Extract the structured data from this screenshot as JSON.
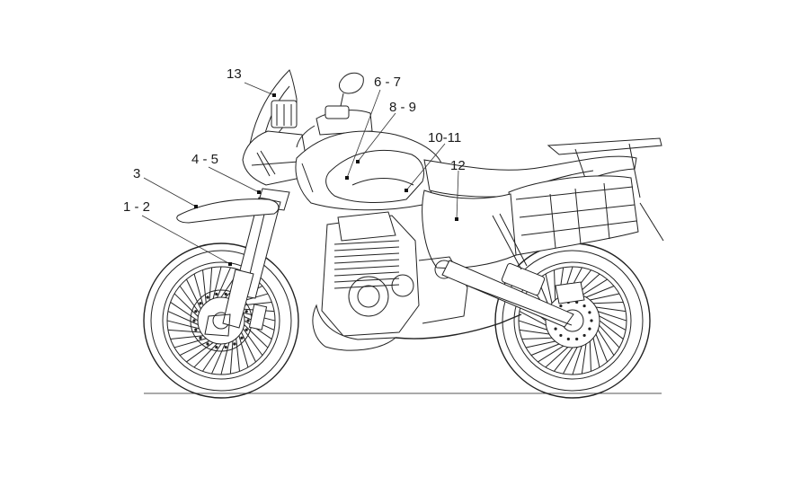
{
  "callouts": [
    {
      "id": "c13",
      "label": "13"
    },
    {
      "id": "c67",
      "label": "6 - 7"
    },
    {
      "id": "c89",
      "label": "8 - 9"
    },
    {
      "id": "c1011",
      "label": "10-11"
    },
    {
      "id": "c12",
      "label": "12"
    },
    {
      "id": "c3",
      "label": "3"
    },
    {
      "id": "c45",
      "label": "4 - 5"
    },
    {
      "id": "c12b",
      "label": "1 - 2"
    }
  ]
}
